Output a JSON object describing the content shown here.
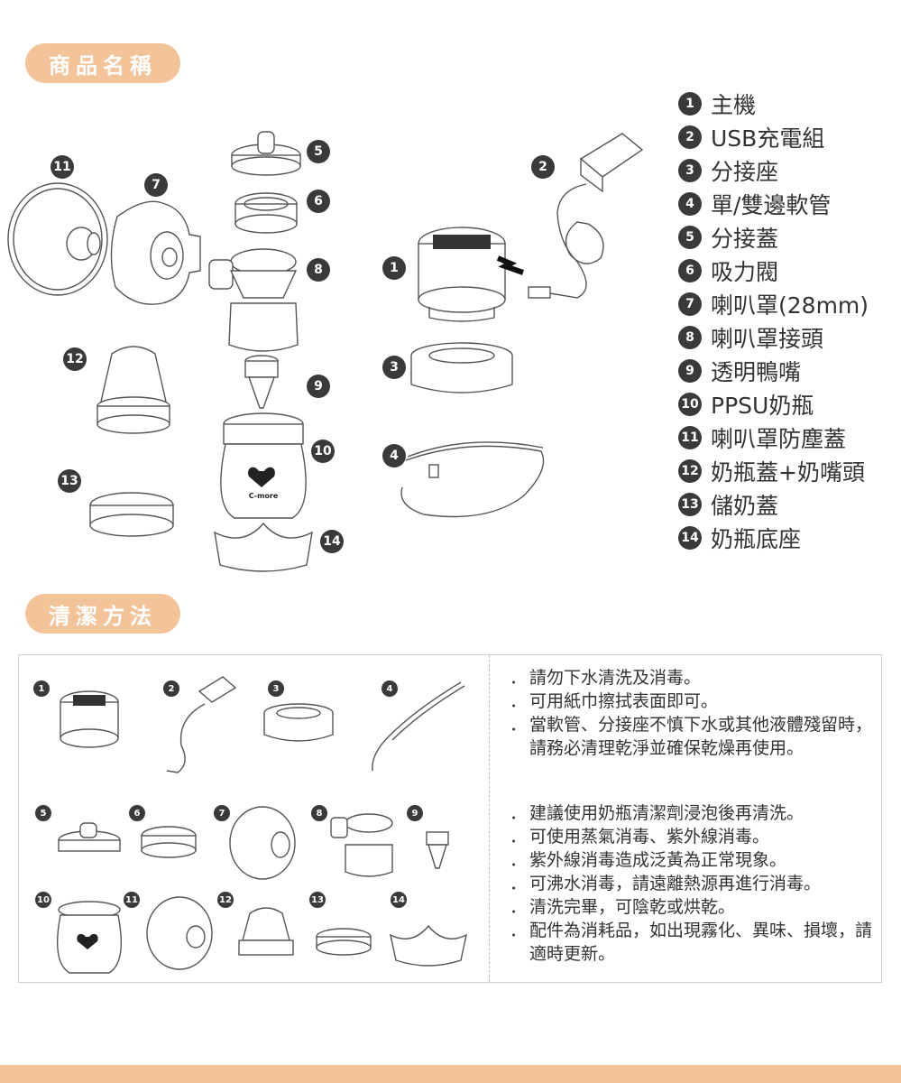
{
  "sections": {
    "product_title": "商品名稱",
    "cleaning_title": "清潔方法"
  },
  "legend": [
    {
      "num": "1",
      "label": "主機"
    },
    {
      "num": "2",
      "label": "USB充電組"
    },
    {
      "num": "3",
      "label": "分接座"
    },
    {
      "num": "4",
      "label": "單/雙邊軟管"
    },
    {
      "num": "5",
      "label": "分接蓋"
    },
    {
      "num": "6",
      "label": "吸力閥"
    },
    {
      "num": "7",
      "label": "喇叭罩(28mm)"
    },
    {
      "num": "8",
      "label": "喇叭罩接頭"
    },
    {
      "num": "9",
      "label": "透明鴨嘴"
    },
    {
      "num": "10",
      "label": "PPSU奶瓶"
    },
    {
      "num": "11",
      "label": "喇叭罩防塵蓋"
    },
    {
      "num": "12",
      "label": "奶瓶蓋+奶嘴頭"
    },
    {
      "num": "13",
      "label": "儲奶蓋"
    },
    {
      "num": "14",
      "label": "奶瓶底座"
    }
  ],
  "brand": "C-more",
  "notes_group1": [
    "請勿下水清洗及消毒。",
    "可用紙巾擦拭表面即可。",
    "當軟管、分接座不慎下水或其他液體殘留時，請務必清理乾淨並確保乾燥再使用。"
  ],
  "notes_group2": [
    "建議使用奶瓶清潔劑浸泡後再清洗。",
    "可使用蒸氣消毒、紫外線消毒。",
    "紫外線消毒造成泛黃為正常現象。",
    "可沸水消毒，請遠離熱源再進行消毒。",
    "清洗完畢，可陰乾或烘乾。",
    "配件為消耗品，如出現霧化、異味、損壞，請適時更新。"
  ],
  "colors": {
    "accent": "#f3c49a",
    "badge": "#3a3a3a",
    "heart": "#222222"
  }
}
